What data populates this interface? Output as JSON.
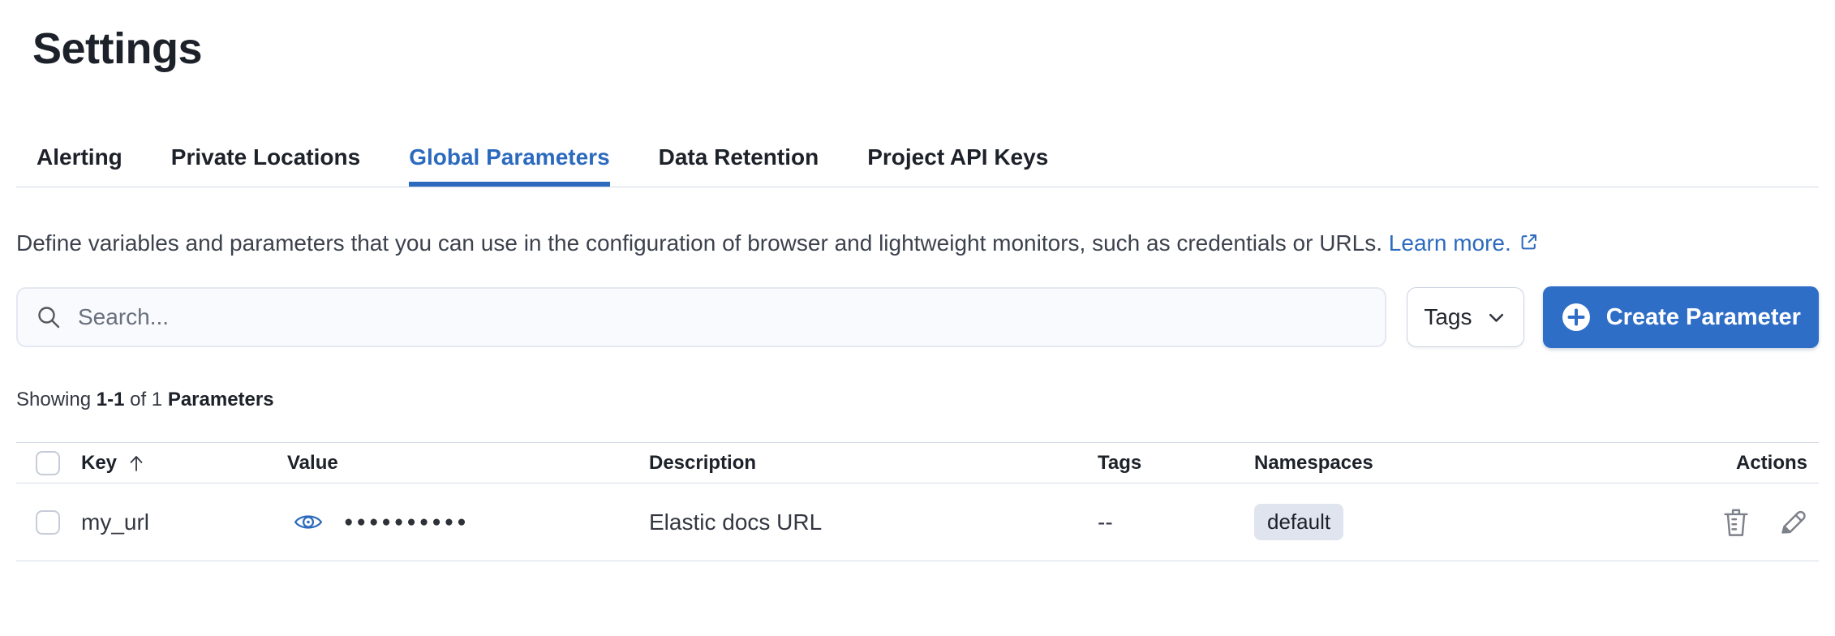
{
  "page_title": "Settings",
  "tabs": [
    {
      "label": "Alerting",
      "active": false
    },
    {
      "label": "Private Locations",
      "active": false
    },
    {
      "label": "Global Parameters",
      "active": true
    },
    {
      "label": "Data Retention",
      "active": false
    },
    {
      "label": "Project API Keys",
      "active": false
    }
  ],
  "description": {
    "text": "Define variables and parameters that you can use in the configuration of browser and lightweight monitors, such as credentials or URLs.",
    "link_label": "Learn more."
  },
  "toolbar": {
    "search_placeholder": "Search...",
    "tags_button_label": "Tags",
    "create_button_label": "Create Parameter"
  },
  "summary": {
    "showing_label": "Showing",
    "range": "1-1",
    "of_label": "of",
    "total": "1",
    "entity_label": "Parameters"
  },
  "table": {
    "columns": {
      "key": "Key",
      "value": "Value",
      "description": "Description",
      "tags": "Tags",
      "namespaces": "Namespaces",
      "actions": "Actions"
    },
    "sort": {
      "column": "Key",
      "direction": "ascending"
    },
    "rows": [
      {
        "key": "my_url",
        "masked_value": "●●●●●●●●●●",
        "description": "Elastic docs URL",
        "tags": "--",
        "namespace": "default"
      }
    ]
  },
  "colors": {
    "accent_blue": "#2C6ABE",
    "button_blue": "#2F6EC7",
    "badge_background": "#DFE4EE"
  }
}
